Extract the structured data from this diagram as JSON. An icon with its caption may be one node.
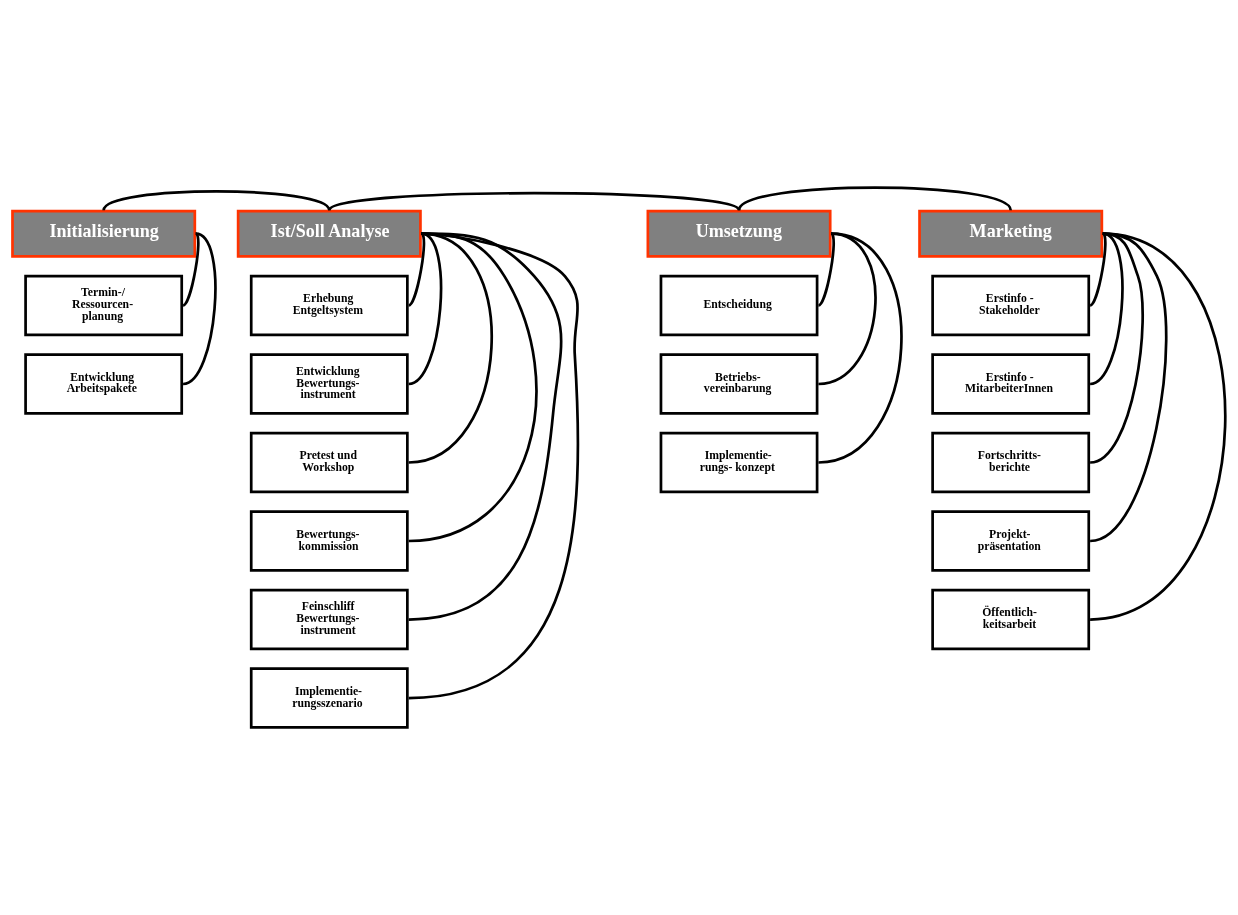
{
  "diagram": {
    "nodes": [
      {
        "text": [
          "Initialisierung"
        ]
      },
      {
        "text": [
          "Termin-/ Ressourcen- planung"
        ]
      },
      {
        "text": [
          "Entwicklung Arbeitspakete"
        ]
      },
      {
        "text": [
          "Ist/Soll Analyse"
        ]
      },
      {
        "text": [
          "Erhebung Entgeltsystem"
        ]
      },
      {
        "text": [
          "Entwicklung Bewertungs- instrument"
        ]
      },
      {
        "text": [
          "Pretest und Workshop"
        ]
      },
      {
        "text": [
          "Bewertungs- kommission"
        ]
      },
      {
        "text": [
          "Feinschliff Bewertungs- instrument"
        ]
      },
      {
        "text": [
          "Implementie- rungsszenario"
        ]
      },
      {
        "text": [
          "Umsetzung"
        ]
      },
      {
        "text": [
          "Entscheidung"
        ]
      },
      {
        "text": [
          "Betriebs- vereinbarung"
        ]
      },
      {
        "text": [
          "Implementie- rungs- konzept"
        ]
      },
      {
        "text": [
          "Marketing"
        ]
      },
      {
        "text": [
          "Erstinfo - Stakeholder"
        ]
      },
      {
        "text": [
          "Erstinfo - MitarbeiterInnen"
        ]
      },
      {
        "text": [
          "Fortschritts- berichte"
        ]
      },
      {
        "text": [
          "Projekt- präsentation"
        ]
      },
      {
        "text": [
          "Öffentlich- keitsarbeit"
        ]
      }
    ],
    "edges": [
      {
        "from": 0,
        "to": 3,
        "arrow": "none"
      },
      {
        "from": 3,
        "to": 10,
        "arrow": "none"
      },
      {
        "from": 10,
        "to": 14,
        "arrow": "none"
      },
      {
        "from": 0,
        "to": 1,
        "arrow": "none"
      },
      {
        "from": 0,
        "to": 2,
        "arrow": "none"
      },
      {
        "from": 3,
        "to": 4,
        "arrow": "none"
      },
      {
        "from": 3,
        "to": 5,
        "arrow": "none"
      },
      {
        "from": 3,
        "to": 6,
        "arrow": "none"
      },
      {
        "from": 3,
        "to": 7,
        "arrow": "none"
      },
      {
        "from": 3,
        "to": 8,
        "arrow": "none"
      },
      {
        "from": 3,
        "to": 9,
        "arrow": "none"
      },
      {
        "from": 10,
        "to": 11,
        "arrow": "none"
      },
      {
        "from": 10,
        "to": 12,
        "arrow": "none"
      },
      {
        "from": 10,
        "to": 13,
        "arrow": "none"
      },
      {
        "from": 14,
        "to": 15,
        "arrow": "none"
      },
      {
        "from": 14,
        "to": 16,
        "arrow": "none"
      },
      {
        "from": 14,
        "to": 17,
        "arrow": "none"
      },
      {
        "from": 14,
        "to": 18,
        "arrow": "none"
      },
      {
        "from": 14,
        "to": 19,
        "arrow": "none"
      }
    ]
  }
}
